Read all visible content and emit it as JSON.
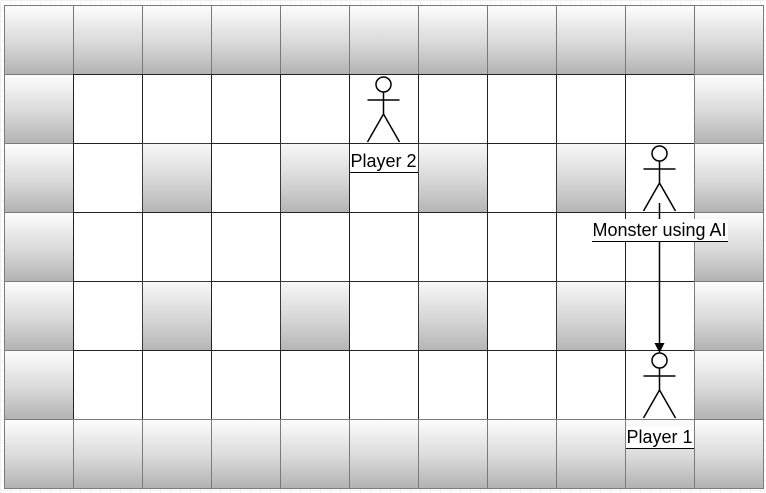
{
  "board": {
    "cols": 11,
    "rows": 7,
    "cells": [
      [
        "wall",
        "wall",
        "wall",
        "wall",
        "wall",
        "wall",
        "wall",
        "wall",
        "wall",
        "wall",
        "wall"
      ],
      [
        "wall",
        "light",
        "light",
        "light",
        "light",
        "light",
        "light",
        "light",
        "light",
        "light",
        "wall"
      ],
      [
        "wall",
        "light",
        "dark",
        "light",
        "dark",
        "light",
        "dark",
        "light",
        "dark",
        "light",
        "wall"
      ],
      [
        "wall",
        "light",
        "light",
        "light",
        "light",
        "light",
        "light",
        "light",
        "light",
        "light",
        "wall"
      ],
      [
        "wall",
        "light",
        "dark",
        "light",
        "dark",
        "light",
        "dark",
        "light",
        "dark",
        "light",
        "wall"
      ],
      [
        "wall",
        "light",
        "light",
        "light",
        "light",
        "light",
        "light",
        "light",
        "light",
        "light",
        "wall"
      ],
      [
        "wall",
        "wall",
        "wall",
        "wall",
        "wall",
        "wall",
        "wall",
        "wall",
        "wall",
        "wall",
        "wall"
      ]
    ]
  },
  "actors": [
    {
      "id": "player2",
      "label": "Player 2",
      "col": 5,
      "row": 1
    },
    {
      "id": "monster",
      "label": "Monster using AI",
      "col": 9,
      "row": 2
    },
    {
      "id": "player1",
      "label": "Player 1",
      "col": 9,
      "row": 5
    }
  ],
  "arrows": [
    {
      "from": "monster",
      "to": "player1"
    }
  ]
}
